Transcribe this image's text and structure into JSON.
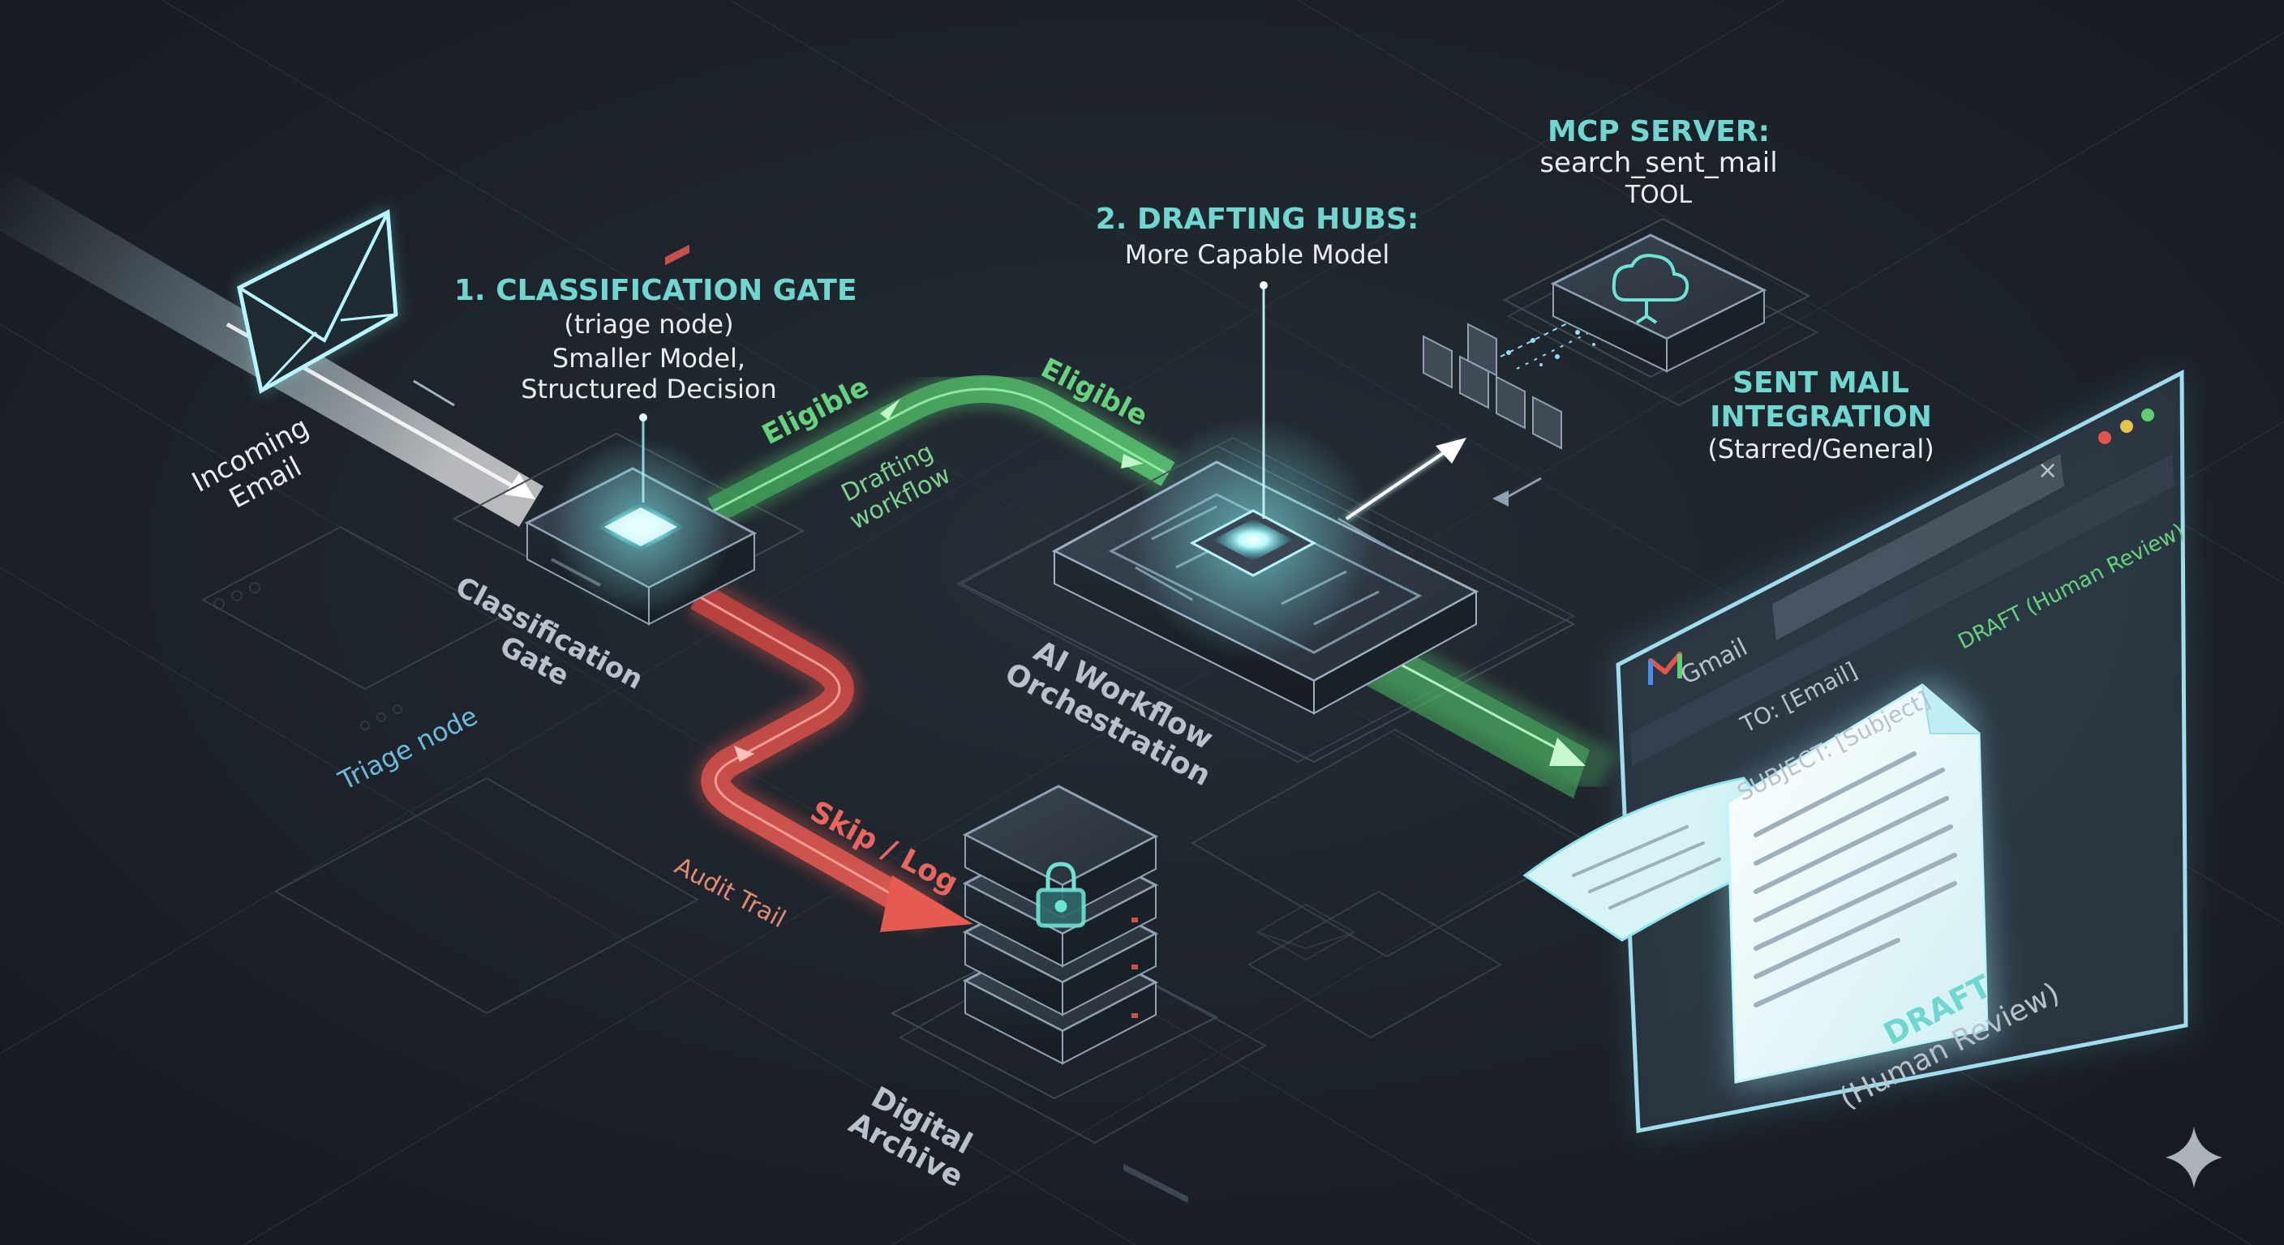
{
  "colors": {
    "background": "#1b2027",
    "teal_accent": "#6fd6d0",
    "eligible_green": "#5fcf73",
    "skip_red": "#e0524b",
    "glow_cyan": "#9ff3ff"
  },
  "incoming": {
    "icon": "envelope-icon",
    "label_line1": "Incoming",
    "label_line2": "Email"
  },
  "classification": {
    "title": "1. CLASSIFICATION GATE",
    "line1": "(triage node)",
    "line2": "Smaller Model,",
    "line3": "Structured Decision",
    "iso_line1": "Classification",
    "iso_line2": "Gate",
    "triage": "Triage node"
  },
  "eligible_path": {
    "label_a": "Eligible",
    "label_b": "Eligible",
    "sub_line1": "Drafting",
    "sub_line2": "workflow"
  },
  "skip_path": {
    "label": "Skip / Log",
    "sub": "Audit Trail"
  },
  "drafting": {
    "title": "2. DRAFTING HUBS:",
    "subtitle": "More Capable Model",
    "iso_line1": "AI Workflow",
    "iso_line2": "Orchestration"
  },
  "mcp": {
    "title": "MCP SERVER:",
    "tool_name": "search_sent_mail",
    "tool_label": "TOOL",
    "icon": "cloud-tool-icon"
  },
  "sent_mail": {
    "line1": "SENT MAIL",
    "line2": "INTEGRATION",
    "line3": "(Starred/General)"
  },
  "archive": {
    "icon": "lock-icon",
    "line1": "Digital",
    "line2": "Archive"
  },
  "gmail": {
    "logo": "gmail-logo-icon",
    "app": "Gmail",
    "to": "TO: [Email]",
    "subject": "SUBJECT: [Subject]",
    "header_tag": "DRAFT (Human Review)",
    "close": "×",
    "draft_title": "DRAFT",
    "draft_sub": "(Human Review)"
  },
  "watermark": {
    "icon": "sparkle-icon"
  }
}
